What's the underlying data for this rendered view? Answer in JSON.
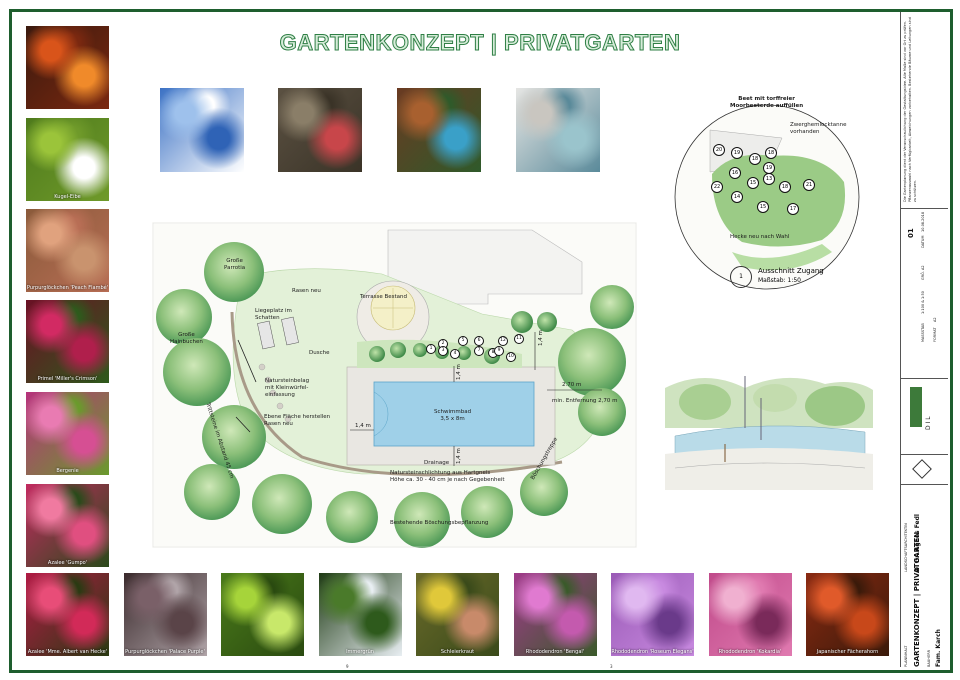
{
  "title": "GARTENKONZEPT | PRIVATGARTEN",
  "left_photos": [
    {
      "caption": "",
      "colors": [
        "#3b1a0e",
        "#d9541a",
        "#7a2810",
        "#f08a2a"
      ]
    },
    {
      "caption": "Kugel-Eibe",
      "colors": [
        "#4e7a1c",
        "#9bc43a",
        "#6f9a2a",
        "#ffffff"
      ]
    },
    {
      "caption": "Purpurglöckchen 'Peach Flambé'",
      "colors": [
        "#8a5a3a",
        "#e0a27e",
        "#b86e55",
        "#c9936e"
      ]
    },
    {
      "caption": "Primel 'Miller's Crimson'",
      "colors": [
        "#6a1024",
        "#d22a63",
        "#2e5a1c",
        "#b01f4c"
      ]
    },
    {
      "caption": "Bergenie",
      "colors": [
        "#b6327c",
        "#e97bb2",
        "#6a9a2c",
        "#d64f93"
      ]
    },
    {
      "caption": "Azalee 'Gumpo'",
      "colors": [
        "#c22a60",
        "#f07aa0",
        "#2a4a1a",
        "#e04f80"
      ]
    }
  ],
  "top_photos": [
    {
      "caption": "",
      "colors": [
        "#3b71c4",
        "#9ec1ec",
        "#ffffff",
        "#2f63b6"
      ]
    },
    {
      "caption": "",
      "colors": [
        "#5b5142",
        "#8a7e68",
        "#3a3327",
        "#c8464a"
      ]
    },
    {
      "caption": "",
      "colors": [
        "#6a3a22",
        "#a8602f",
        "#2f5a2a",
        "#3aa0c8"
      ]
    },
    {
      "caption": "",
      "colors": [
        "#e6e6e4",
        "#c9c6c0",
        "#5a8a9a",
        "#9ac4cc"
      ]
    }
  ],
  "bottom_photos": [
    {
      "caption": "Azalee 'Mme. Albert van Hecke'",
      "colors": [
        "#b01a44",
        "#e84d78",
        "#2a3a12",
        "#d22a58"
      ]
    },
    {
      "caption": "Purpurglöckchen 'Palace Purple'",
      "colors": [
        "#3a2a2c",
        "#7a6068",
        "#b0a4a8",
        "#5a4448"
      ]
    },
    {
      "caption": "",
      "colors": [
        "#4a7a1a",
        "#a6d43a",
        "#2a4a10",
        "#c8e86a"
      ]
    },
    {
      "caption": "Immergrün",
      "colors": [
        "#1e3a14",
        "#4a7a2a",
        "#e8eef2",
        "#2e5a1c"
      ]
    },
    {
      "caption": "Schleierkraut",
      "colors": [
        "#6a6a2a",
        "#e0c83a",
        "#3a4a1a",
        "#c88a6a"
      ]
    },
    {
      "caption": "Rhododendron 'Bengal'",
      "colors": [
        "#a03a8a",
        "#e07ad0",
        "#3a5a2a",
        "#c45aae"
      ]
    },
    {
      "caption": "Rhododendron 'Roseum Elegans'",
      "colors": [
        "#9a5ab6",
        "#e0b8f0",
        "#c88ae0",
        "#6a3a8a"
      ]
    },
    {
      "caption": "Rhododendron 'Kokardia'",
      "colors": [
        "#c04a8a",
        "#f0b0d0",
        "#e07ab0",
        "#7a2a5a"
      ]
    },
    {
      "caption": "Japanischer Fächerahorn",
      "colors": [
        "#8a2a12",
        "#e05a2a",
        "#3a1a0a",
        "#c8481a"
      ]
    }
  ],
  "plan": {
    "labels": {
      "grosse_parrotia": "Große\nParrotia",
      "rasen_neu_top": "Rasen neu",
      "terrasse": "Terrasse Bestand",
      "liegeplatz": "Liegeplatz im\nSchatten",
      "hainbuchen": "Große\nHainbuchen",
      "trittsteine": "Trittsteine im Abstand 45 cm",
      "dusche": "Dusche",
      "natursteinbelag": "Natursteinbelag\nmit Kleinwürfel-\neinfassung",
      "ebene_flaeche": "Ebene Fläche herstellen\nRasen neu",
      "schwimmbad": "Schwimmbad\n3,5 x 8m",
      "drainage": "Drainage",
      "naturstein_schlichtung": "Natursteinschlichtung aus Hartgneis\nHöhe ca. 30 - 40 cm je nach Gegebenheit",
      "boeschung": "Bestehende Böschungsbepflanzung",
      "min_entfernung": "min. Entfernung 2,70 m",
      "boeschungstreppe": "Böschungstreppe",
      "dim_270": "2.70 m",
      "dim_14": "1,4 m"
    },
    "markers": [
      "1",
      "2",
      "3",
      "4",
      "5",
      "6",
      "7",
      "8",
      "9",
      "10",
      "11",
      "12"
    ]
  },
  "detail": {
    "label_torf": "Beet mit torffreier\nMoorbeeterde auffüllen",
    "label_zwerg": "Zwerghemlocktanne\nvorhanden",
    "label_hecke": "Hecke neu nach Wahl",
    "markers": [
      "20",
      "19",
      "18",
      "18",
      "19",
      "16",
      "13",
      "15",
      "18",
      "21",
      "22",
      "14",
      "15",
      "17"
    ],
    "ausschnitt_num": "1",
    "ausschnitt_title": "Ausschnitt Zugang",
    "massstab": "Maßstab: 1:50"
  },
  "titleblock": {
    "main_title": "GARTENKONZEPT | PRIVATGARTEN",
    "client": "Fam. Karch",
    "designer": "DI Dr. Agnes Fedl",
    "plan_no": "01",
    "massstab_label": "MASSSTAB",
    "massstab_value": "1:100 & 1:50",
    "datum_label": "DATUM",
    "datum_value": "10.08.2018",
    "format_label": "FORMAT",
    "format_value": "A2",
    "size_label": "GRÖ.",
    "size_value": "A2",
    "bauherr_label": "BAUHERR",
    "planinhalt_label": "PLANINHALT",
    "landschaft_label": "LANDSCHAFTSARCHITEKTIN",
    "logo_name": "D I L",
    "notes": "Die Gartenplanung dient der Veranschaulichung der Gestaltungsidee. Alle Maße sind vor Ort zu prüfen. Pflanzenauswahl nach Verfügbarkeit, Abweichungen vorbehalten. Bestehende Bäume und Leitungen sind zu schützen."
  },
  "bottom_ticks": [
    "9",
    "3"
  ]
}
